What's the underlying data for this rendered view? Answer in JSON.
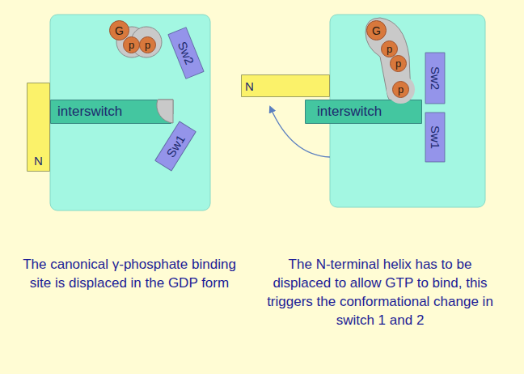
{
  "diagram": {
    "nodes": [
      {
        "text": [
          "G"
        ]
      },
      {
        "text": [
          "p"
        ]
      },
      {
        "text": [
          "p"
        ]
      },
      {
        "text": [
          "Sw2"
        ]
      },
      {
        "text": [
          "interswitch"
        ]
      },
      {
        "text": [
          "Sw1"
        ]
      },
      {
        "text": [
          "N"
        ]
      },
      {
        "text": [
          "N"
        ]
      },
      {
        "text": [
          "G"
        ]
      },
      {
        "text": [
          "p"
        ]
      },
      {
        "text": [
          "p"
        ]
      },
      {
        "text": [
          "interswitch"
        ]
      },
      {
        "text": [
          "p"
        ]
      },
      {
        "text": [
          "Sw2"
        ]
      },
      {
        "text": [
          "Sw1"
        ]
      }
    ],
    "labels": [
      "The canonical γ-phosphate binding site is displaced in the GDP form",
      "The N-terminal helix has to be displaced to allow GTP to bind, this triggers the conformational change in switch 1 and 2"
    ]
  }
}
